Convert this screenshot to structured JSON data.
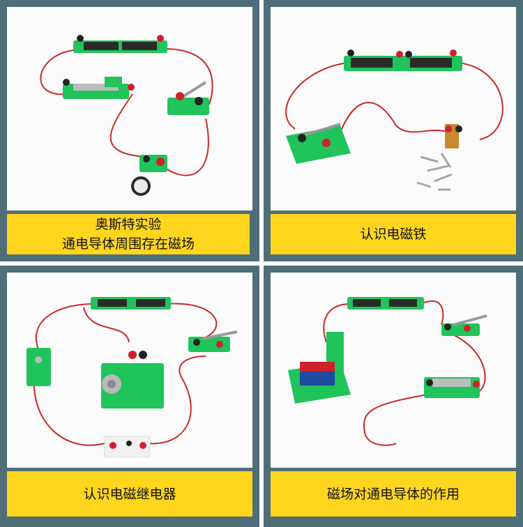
{
  "panels": [
    {
      "caption_lines": [
        "奥斯特实验",
        "通电导体周围存在磁场"
      ]
    },
    {
      "caption_lines": [
        "认识电磁铁"
      ]
    },
    {
      "caption_lines": [
        "认识电磁继电器"
      ]
    },
    {
      "caption_lines": [
        "磁场对通电导体的作用"
      ]
    }
  ],
  "colors": {
    "frame": "#4f6e78",
    "caption_bg": "#ffd51e",
    "component_green": "#1fc45a",
    "wire_red": "#c62a2a"
  }
}
